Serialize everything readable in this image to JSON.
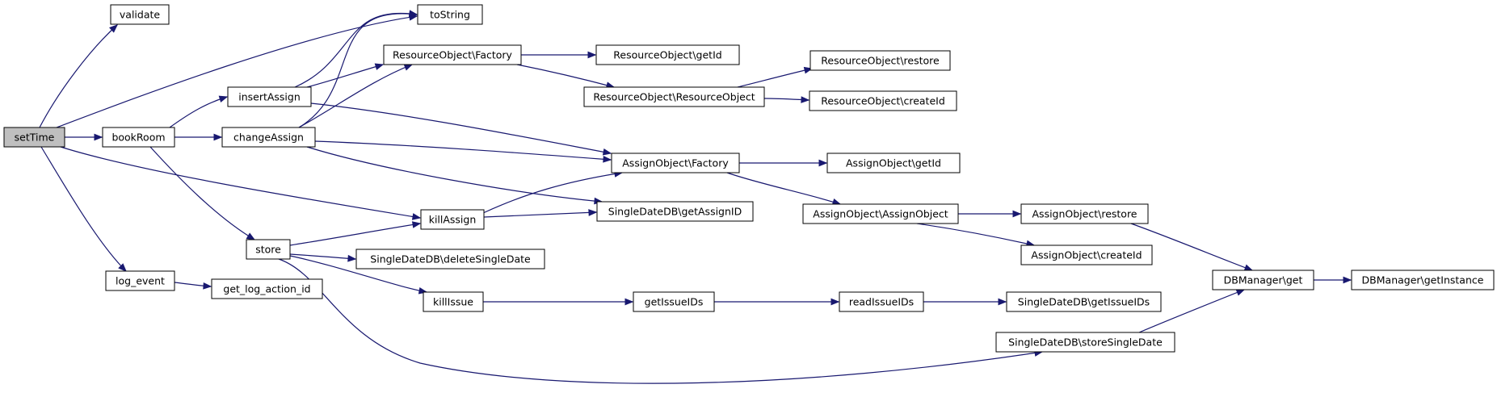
{
  "colors": {
    "edge": "#191970",
    "node_fill": "#ffffff",
    "root_fill": "#bfbfbf",
    "node_stroke": "#000000"
  },
  "nodes": [
    {
      "id": "setTime",
      "label": "setTime",
      "root": true
    },
    {
      "id": "validate",
      "label": "validate"
    },
    {
      "id": "toString",
      "label": "toString"
    },
    {
      "id": "bookRoom",
      "label": "bookRoom"
    },
    {
      "id": "log_event",
      "label": "log_event"
    },
    {
      "id": "get_log_action_id",
      "label": "get_log_action_id"
    },
    {
      "id": "insertAssign",
      "label": "insertAssign"
    },
    {
      "id": "changeAssign",
      "label": "changeAssign"
    },
    {
      "id": "store",
      "label": "store"
    },
    {
      "id": "RO_Factory",
      "label": "ResourceObject\\Factory"
    },
    {
      "id": "RO_getId",
      "label": "ResourceObject\\getId"
    },
    {
      "id": "RO_RO",
      "label": "ResourceObject\\ResourceObject"
    },
    {
      "id": "RO_restore",
      "label": "ResourceObject\\restore"
    },
    {
      "id": "RO_createId",
      "label": "ResourceObject\\createId"
    },
    {
      "id": "AO_Factory",
      "label": "AssignObject\\Factory"
    },
    {
      "id": "AO_getId",
      "label": "AssignObject\\getId"
    },
    {
      "id": "AO_AO",
      "label": "AssignObject\\AssignObject"
    },
    {
      "id": "AO_restore",
      "label": "AssignObject\\restore"
    },
    {
      "id": "AO_createId",
      "label": "AssignObject\\createId"
    },
    {
      "id": "killAssign",
      "label": "killAssign"
    },
    {
      "id": "SD_getAssignID",
      "label": "SingleDateDB\\getAssignID"
    },
    {
      "id": "SD_deleteSingleDate",
      "label": "SingleDateDB\\deleteSingleDate"
    },
    {
      "id": "killIssue",
      "label": "killIssue"
    },
    {
      "id": "getIssueIDs",
      "label": "getIssueIDs"
    },
    {
      "id": "readIssueIDs",
      "label": "readIssueIDs"
    },
    {
      "id": "SD_getIssueIDs",
      "label": "SingleDateDB\\getIssueIDs"
    },
    {
      "id": "SD_storeSingleDate",
      "label": "SingleDateDB\\storeSingleDate"
    },
    {
      "id": "DB_get",
      "label": "DBManager\\get"
    },
    {
      "id": "DB_getInstance",
      "label": "DBManager\\getInstance"
    }
  ],
  "edges": [
    {
      "from": "setTime",
      "to": "validate"
    },
    {
      "from": "setTime",
      "to": "toString"
    },
    {
      "from": "setTime",
      "to": "bookRoom"
    },
    {
      "from": "setTime",
      "to": "killAssign"
    },
    {
      "from": "setTime",
      "to": "log_event"
    },
    {
      "from": "bookRoom",
      "to": "insertAssign"
    },
    {
      "from": "bookRoom",
      "to": "changeAssign"
    },
    {
      "from": "bookRoom",
      "to": "store"
    },
    {
      "from": "insertAssign",
      "to": "toString"
    },
    {
      "from": "insertAssign",
      "to": "RO_Factory"
    },
    {
      "from": "insertAssign",
      "to": "AO_Factory"
    },
    {
      "from": "changeAssign",
      "to": "toString"
    },
    {
      "from": "changeAssign",
      "to": "RO_Factory"
    },
    {
      "from": "changeAssign",
      "to": "AO_Factory"
    },
    {
      "from": "changeAssign",
      "to": "SD_getAssignID"
    },
    {
      "from": "RO_Factory",
      "to": "RO_getId"
    },
    {
      "from": "RO_Factory",
      "to": "RO_RO"
    },
    {
      "from": "RO_RO",
      "to": "RO_restore"
    },
    {
      "from": "RO_RO",
      "to": "RO_createId"
    },
    {
      "from": "AO_Factory",
      "to": "AO_getId"
    },
    {
      "from": "AO_Factory",
      "to": "AO_AO"
    },
    {
      "from": "AO_AO",
      "to": "AO_restore"
    },
    {
      "from": "AO_AO",
      "to": "AO_createId"
    },
    {
      "from": "AO_restore",
      "to": "DB_get"
    },
    {
      "from": "killAssign",
      "to": "AO_Factory"
    },
    {
      "from": "killAssign",
      "to": "SD_getAssignID"
    },
    {
      "from": "store",
      "to": "killAssign"
    },
    {
      "from": "store",
      "to": "SD_deleteSingleDate"
    },
    {
      "from": "store",
      "to": "killIssue"
    },
    {
      "from": "store",
      "to": "SD_storeSingleDate"
    },
    {
      "from": "killIssue",
      "to": "getIssueIDs"
    },
    {
      "from": "getIssueIDs",
      "to": "readIssueIDs"
    },
    {
      "from": "readIssueIDs",
      "to": "SD_getIssueIDs"
    },
    {
      "from": "SD_storeSingleDate",
      "to": "DB_get"
    },
    {
      "from": "DB_get",
      "to": "DB_getInstance"
    },
    {
      "from": "log_event",
      "to": "get_log_action_id"
    }
  ]
}
